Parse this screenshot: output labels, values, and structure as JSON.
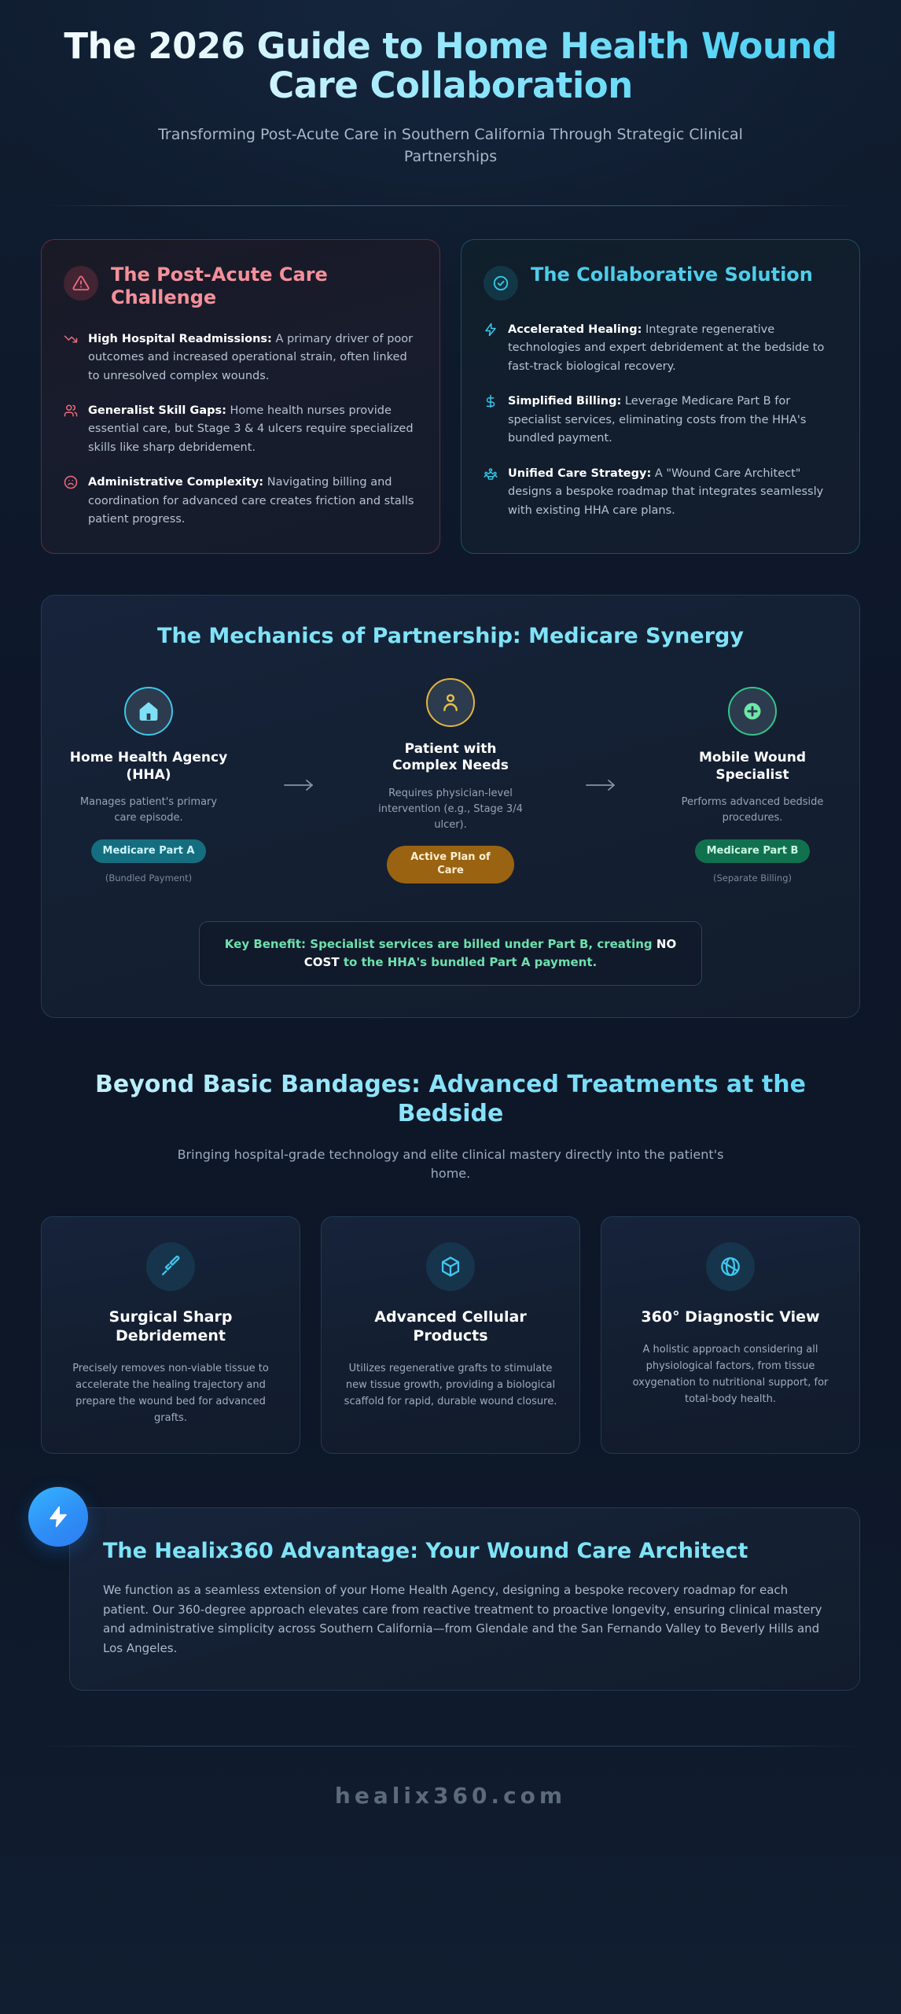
{
  "hero": {
    "title": "The 2026 Guide to Home Health Wound Care Collaboration",
    "subtitle": "Transforming Post-Acute Care in Southern California Through Strategic Clinical Partnerships"
  },
  "problem_card": {
    "icon": "alert-triangle-icon",
    "title": "The Post-Acute Care Challenge",
    "accent": "#f4909a",
    "items": [
      {
        "icon": "trend-down-icon",
        "bold": "High Hospital Readmissions:",
        "text": " A primary driver of poor outcomes and increased operational strain, often linked to unresolved complex wounds."
      },
      {
        "icon": "users-icon",
        "bold": "Generalist Skill Gaps:",
        "text": " Home health nurses provide essential care, but Stage 3 & 4 ulcers require specialized skills like sharp debridement."
      },
      {
        "icon": "frown-face-icon",
        "bold": "Administrative Complexity:",
        "text": " Navigating billing and coordination for advanced care creates friction and stalls patient progress."
      }
    ]
  },
  "solution_card": {
    "icon": "check-circle-icon",
    "title": "The Collaborative Solution",
    "accent": "#4ecdea",
    "items": [
      {
        "icon": "lightning-bolt-icon",
        "bold": "Accelerated Healing:",
        "text": " Integrate regenerative technologies and expert debridement at the bedside to fast-track biological recovery."
      },
      {
        "icon": "dollar-sign-icon",
        "bold": "Simplified Billing:",
        "text": " Leverage Medicare Part B for specialist services, eliminating costs from the HHA's bundled payment."
      },
      {
        "icon": "team-group-icon",
        "bold": "Unified Care Strategy:",
        "text": " A \"Wound Care Architect\" designs a bespoke roadmap that integrates seamlessly with existing HHA care plans."
      }
    ]
  },
  "mechanics": {
    "title": "The Mechanics of Partnership: Medicare Synergy",
    "arrow_glyph": "→",
    "nodes": [
      {
        "icon": "home-icon",
        "ring_color": "#3fc6e8",
        "title": "Home Health Agency (HHA)",
        "desc": "Manages patient's primary care episode.",
        "chip": "Medicare Part A",
        "chip_style": "teal",
        "note": "(Bundled Payment)"
      },
      {
        "icon": "person-icon",
        "ring_color": "#e3b53a",
        "title": "Patient with Complex Needs",
        "desc": "Requires physician-level intervention (e.g., Stage 3/4 ulcer).",
        "chip": "Active Plan of Care",
        "chip_style": "amber",
        "note": ""
      },
      {
        "icon": "medical-plus-icon",
        "ring_color": "#35c48a",
        "title": "Mobile Wound Specialist",
        "desc": "Performs advanced bedside procedures.",
        "chip": "Medicare Part B",
        "chip_style": "green",
        "note": "(Separate Billing)"
      }
    ],
    "key_benefit_prefix": "Key Benefit: Specialist services are billed under Part B, creating ",
    "key_benefit_bold": "NO COST",
    "key_benefit_suffix": " to the HHA's bundled Part A payment."
  },
  "treatments": {
    "title": "Beyond Basic Bandages: Advanced Treatments at the Bedside",
    "subtitle": "Bringing hospital-grade technology and elite clinical mastery directly into the patient's home.",
    "cards": [
      {
        "icon": "scalpel-icon",
        "title": "Surgical Sharp Debridement",
        "desc": "Precisely removes non-viable tissue to accelerate the healing trajectory and prepare the wound bed for advanced grafts."
      },
      {
        "icon": "cube-3d-icon",
        "title": "Advanced Cellular Products",
        "desc": "Utilizes regenerative grafts to stimulate new tissue growth, providing a biological scaffold for rapid, durable wound closure."
      },
      {
        "icon": "360-view-icon",
        "title": "360° Diagnostic View",
        "desc": "A holistic approach considering all physiological factors, from tissue oxygenation to nutritional support, for total-body health."
      }
    ]
  },
  "advantage": {
    "icon": "lightning-bolt-icon",
    "title": "The Healix360 Advantage: Your Wound Care Architect",
    "body": "We function as a seamless extension of your Home Health Agency, designing a bespoke recovery roadmap for each patient. Our 360-degree approach elevates care from reactive treatment to proactive longevity, ensuring clinical mastery and administrative simplicity across Southern California—from Glendale and the San Fernando Valley to Beverly Hills and Los Angeles."
  },
  "footer": {
    "domain": "healix360.com"
  }
}
